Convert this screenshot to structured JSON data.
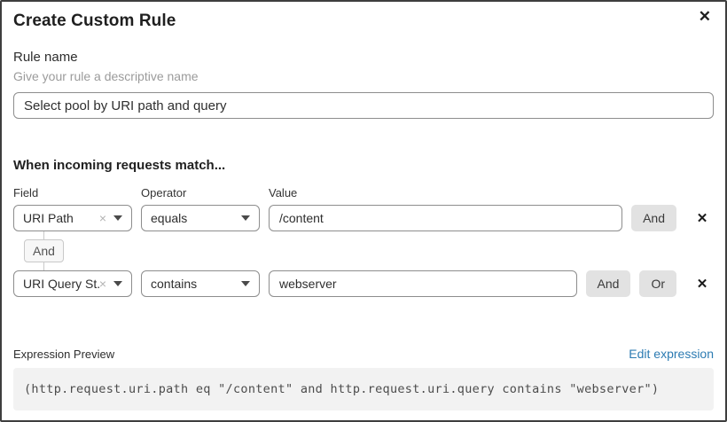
{
  "dialog": {
    "title": "Create Custom Rule"
  },
  "icons": {
    "close": "✕",
    "clear": "×",
    "delete": "✕"
  },
  "rule_name": {
    "label": "Rule name",
    "hint": "Give your rule a descriptive name",
    "value": "Select pool by URI path and query"
  },
  "matcher": {
    "heading": "When incoming requests match...",
    "columns": {
      "field": "Field",
      "operator": "Operator",
      "value": "Value"
    },
    "connector": "And",
    "rows": [
      {
        "field": "URI Path",
        "operator": "equals",
        "value": "/content",
        "buttons": [
          "And"
        ]
      },
      {
        "field": "URI Query St...",
        "operator": "contains",
        "value": "webserver",
        "buttons": [
          "And",
          "Or"
        ]
      }
    ]
  },
  "expression": {
    "label": "Expression Preview",
    "edit_link": "Edit expression",
    "code": "(http.request.uri.path eq \"/content\" and http.request.uri.query contains \"webserver\")"
  },
  "colors": {
    "link_blue": "#2c7bb2",
    "button_gray": "#e2e2e2",
    "code_background": "#f2f2f2",
    "border_gray": "#8d8d8d"
  }
}
